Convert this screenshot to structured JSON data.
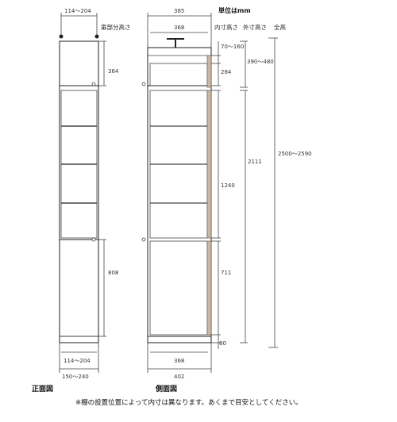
{
  "header": {
    "unit": "単位はmm",
    "door_height_label": "扉部分高さ",
    "inner_height_label": "内寸高さ",
    "outer_height_label": "外寸高さ",
    "total_height_label": "全高"
  },
  "front_view": {
    "top_width": "114～204",
    "upper_door_height": "364",
    "lower_door_height": "808",
    "inner_width": "114～204",
    "outer_width": "150～240",
    "title": "正面図"
  },
  "side_view": {
    "top_outer_width": "385",
    "top_inner_width": "368",
    "bottom_inner_width": "368",
    "bottom_outer_width": "402",
    "title": "側面図",
    "inner_heights": [
      "70～160",
      "284",
      "1240",
      "711",
      "80"
    ],
    "outer_heights": [
      "390～480",
      "2111"
    ],
    "total_height": "2500～2590"
  },
  "note": "※棚の設置位置によって内寸は異なります。あくまで目安としてください。"
}
